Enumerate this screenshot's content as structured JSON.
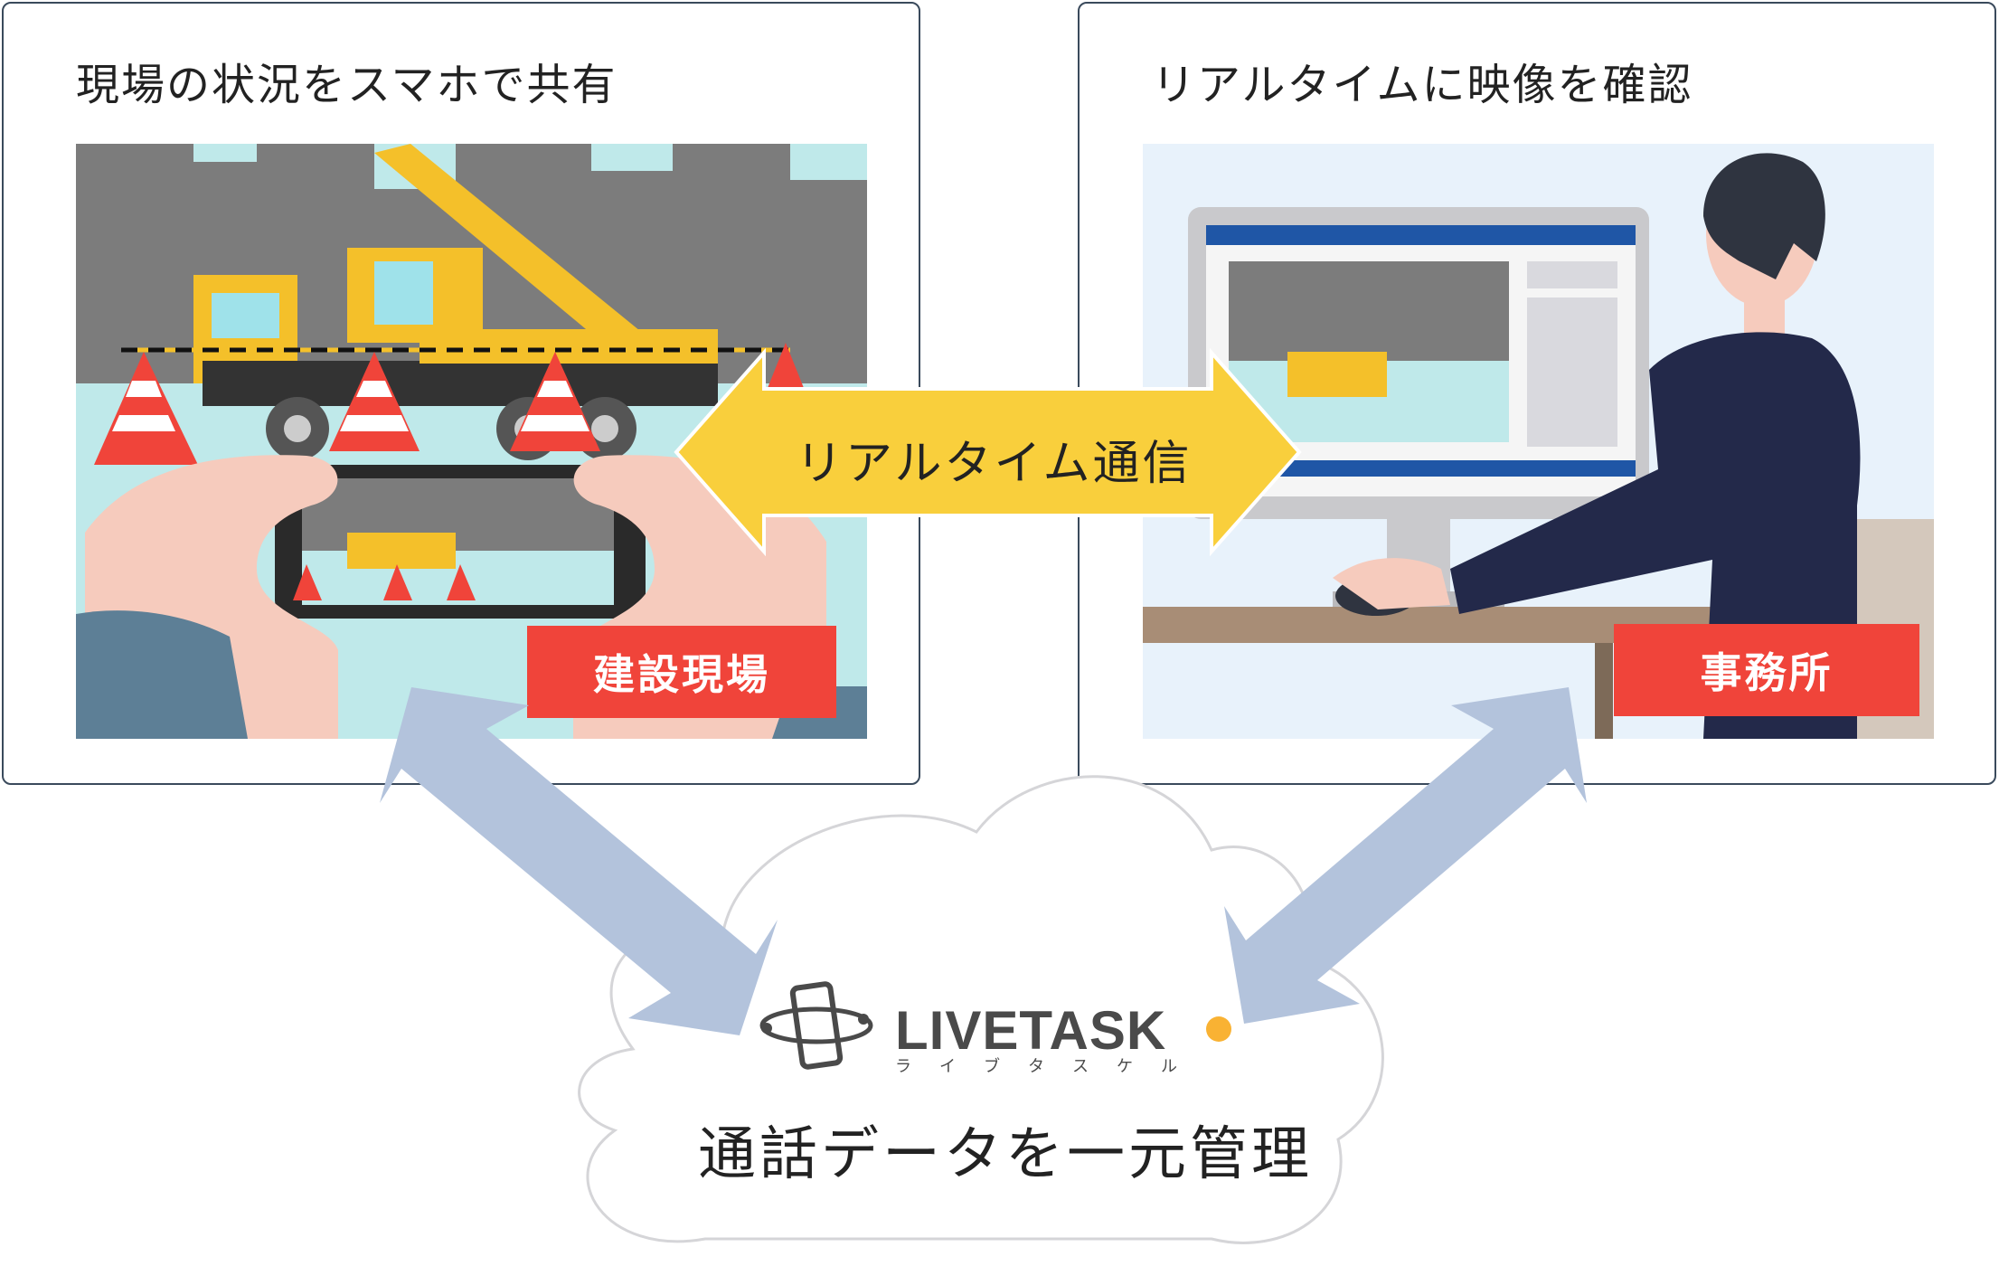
{
  "left_panel": {
    "title": "現場の状況をスマホで共有",
    "label": "建設現場"
  },
  "right_panel": {
    "title": "リアルタイムに映像を確認",
    "label": "事務所"
  },
  "connection": {
    "label": "リアルタイム通信"
  },
  "cloud": {
    "logo_text": "LIVETASK",
    "logo_sub": "ライブタスケル",
    "caption": "通話データを一元管理"
  },
  "colors": {
    "accent_red": "#f0443a",
    "arrow_yellow": "#f9cf3c",
    "arrow_blue": "#b3c3dc",
    "frame": "#3a4a5c"
  }
}
